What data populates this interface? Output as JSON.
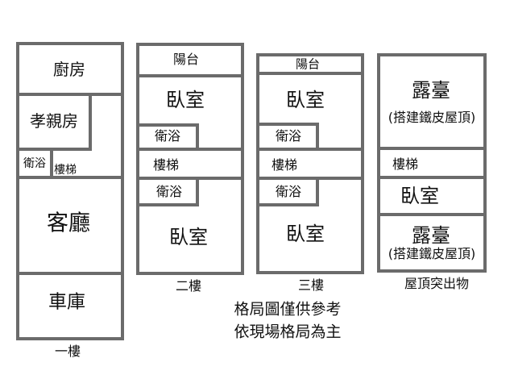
{
  "floors": [
    {
      "name": "一樓",
      "rooms": {
        "kitchen": "廚房",
        "filial_room": "孝親房",
        "bathroom": "衛浴",
        "stairs": "樓梯",
        "living_room": "客廳",
        "garage": "車庫"
      }
    },
    {
      "name": "二樓",
      "rooms": {
        "balcony": "陽台",
        "bedroom_front": "臥室",
        "bathroom_upper": "衛浴",
        "stairs": "樓梯",
        "bathroom_lower": "衛浴",
        "bedroom_rear": "臥室"
      }
    },
    {
      "name": "三樓",
      "rooms": {
        "balcony": "陽台",
        "bedroom_front": "臥室",
        "bathroom_upper": "衛浴",
        "stairs": "樓梯",
        "bathroom_lower": "衛浴",
        "bedroom_rear": "臥室"
      }
    },
    {
      "name": "屋頂突出物",
      "rooms": {
        "roof_deck_front": "露臺",
        "roof_deck_front_note": "(搭建鐵皮屋頂)",
        "stairs": "樓梯",
        "bedroom": "臥室",
        "roof_deck_rear": "露臺",
        "roof_deck_rear_note": "(搭建鐵皮屋頂)"
      }
    }
  ],
  "notes": [
    "格局圖僅供參考",
    "依現場格局為主"
  ],
  "colors": {
    "wall": "#6b6b6b",
    "text": "#111111",
    "background": "#ffffff"
  }
}
